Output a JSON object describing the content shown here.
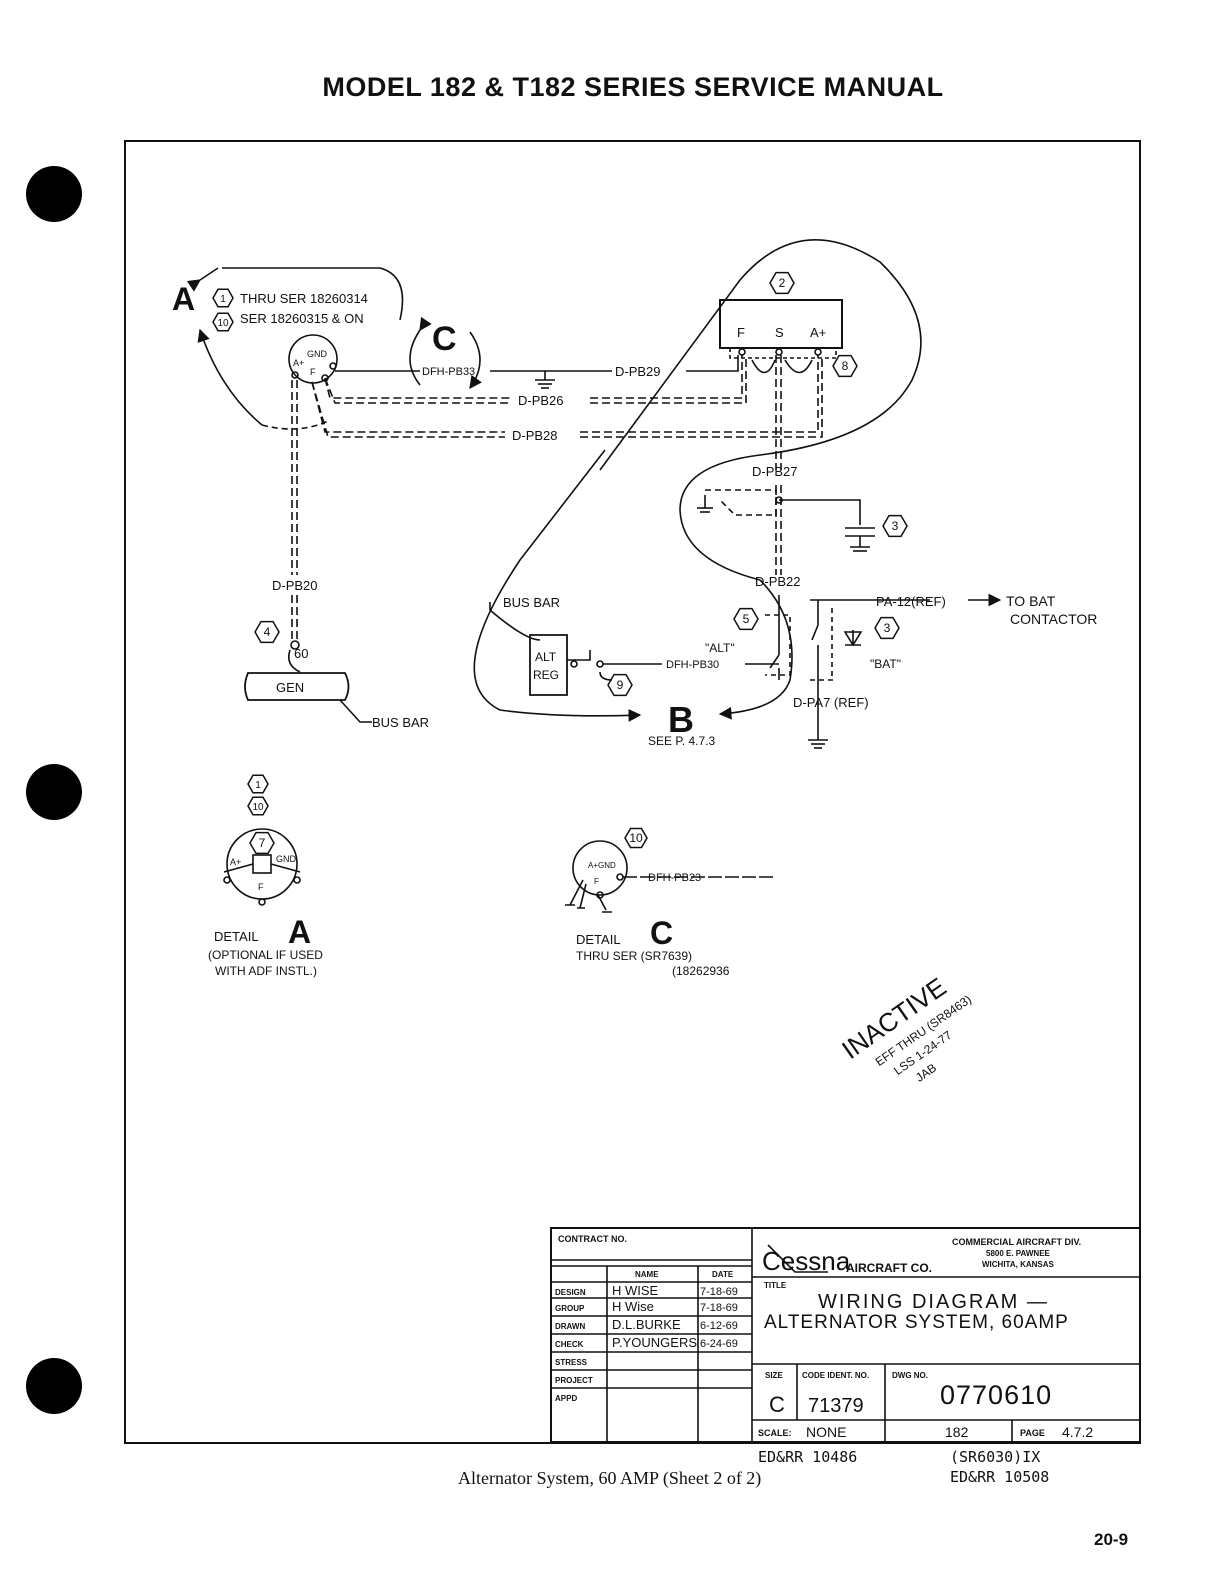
{
  "header": {
    "title": "MODEL 182 & T182 SERIES SERVICE MANUAL"
  },
  "caption": "Alternator System, 60 AMP (Sheet 2 of 2)",
  "page_number": "20-9",
  "edrr": {
    "left": "ED&RR 10486",
    "right_top": "(SR6030)IX",
    "right_bottom": "ED&RR 10508"
  },
  "diagram": {
    "detail_letters": {
      "a": "A",
      "b": "B",
      "c": "C"
    },
    "note_a1": "THRU SER 18260314",
    "note_a2": "SER 18260315 & ON",
    "hex": {
      "h1": "1",
      "h2": "2",
      "h3": "3",
      "h4": "4",
      "h5": "5",
      "h7": "7",
      "h8": "8",
      "h9": "9",
      "h10": "10"
    },
    "wires": {
      "dfh_pb33": "DFH-PB33",
      "d_pb29": "D-PB29",
      "d_pb26": "D-PB26",
      "d_pb28": "D-PB28",
      "d_pb27": "D-PB27",
      "d_pb22": "D-PB22",
      "d_pb20": "D-PB20",
      "dfh_pb30": "DFH-PB30",
      "pa12": "PA-12(REF)",
      "d_pa7": "D-PA7 (REF)",
      "dfh_pb23": "DFH-PB23"
    },
    "labels": {
      "to_bat": "TO BAT",
      "contactor": "CONTACTOR",
      "bus_bar": "BUS BAR",
      "alt": "ALT",
      "reg": "REG",
      "gen": "GEN",
      "sixty": "60",
      "alt_q": "\"ALT\"",
      "bat_q": "\"BAT\"",
      "see_page": "SEE P. 4.7.3",
      "f": "F",
      "s": "S",
      "a_plus": "A+",
      "gnd": "GND"
    },
    "detail_a": {
      "title": "DETAIL",
      "note1": "(OPTIONAL IF USED",
      "note2": "WITH ADF INSTL.)"
    },
    "detail_c": {
      "title": "DETAIL",
      "note1": "THRU SER (SR7639)",
      "note2": "(18262936"
    },
    "stamp": {
      "word": "INACTIVE",
      "line1": "EFF THRU (SR8463)",
      "line2": "LSS 1-24-77",
      "line3": "JAB"
    }
  },
  "title_block": {
    "contract_label": "CONTRACT NO.",
    "name_col": "NAME",
    "date_col": "DATE",
    "rows": [
      {
        "role": "DESIGN",
        "name": "H WISE",
        "date": "7-18-69"
      },
      {
        "role": "GROUP",
        "name": "H Wise",
        "date": "7-18-69"
      },
      {
        "role": "DRAWN",
        "name": "D.L.BURKE",
        "date": "6-12-69"
      },
      {
        "role": "CHECK",
        "name": "P.YOUNGERS",
        "date": "6-24-69"
      },
      {
        "role": "STRESS",
        "name": "",
        "date": ""
      },
      {
        "role": "PROJECT",
        "name": "",
        "date": ""
      },
      {
        "role": "APPD",
        "name": "",
        "date": ""
      }
    ],
    "company": "Cessna",
    "company_suffix": "AIRCRAFT CO.",
    "division": [
      "COMMERCIAL AIRCRAFT DIV.",
      "5800 E. PAWNEE",
      "WICHITA, KANSAS"
    ],
    "title_label": "TITLE",
    "title_line1": "WIRING DIAGRAM —",
    "title_line2": "ALTERNATOR SYSTEM, 60AMP",
    "size_label": "SIZE",
    "size": "C",
    "code_label": "CODE IDENT. NO.",
    "code": "71379",
    "dwg_label": "DWG NO.",
    "dwg": "0770610",
    "scale_label": "SCALE:",
    "scale": "NONE",
    "model": "182",
    "page_label": "PAGE",
    "page": "4.7.2"
  }
}
